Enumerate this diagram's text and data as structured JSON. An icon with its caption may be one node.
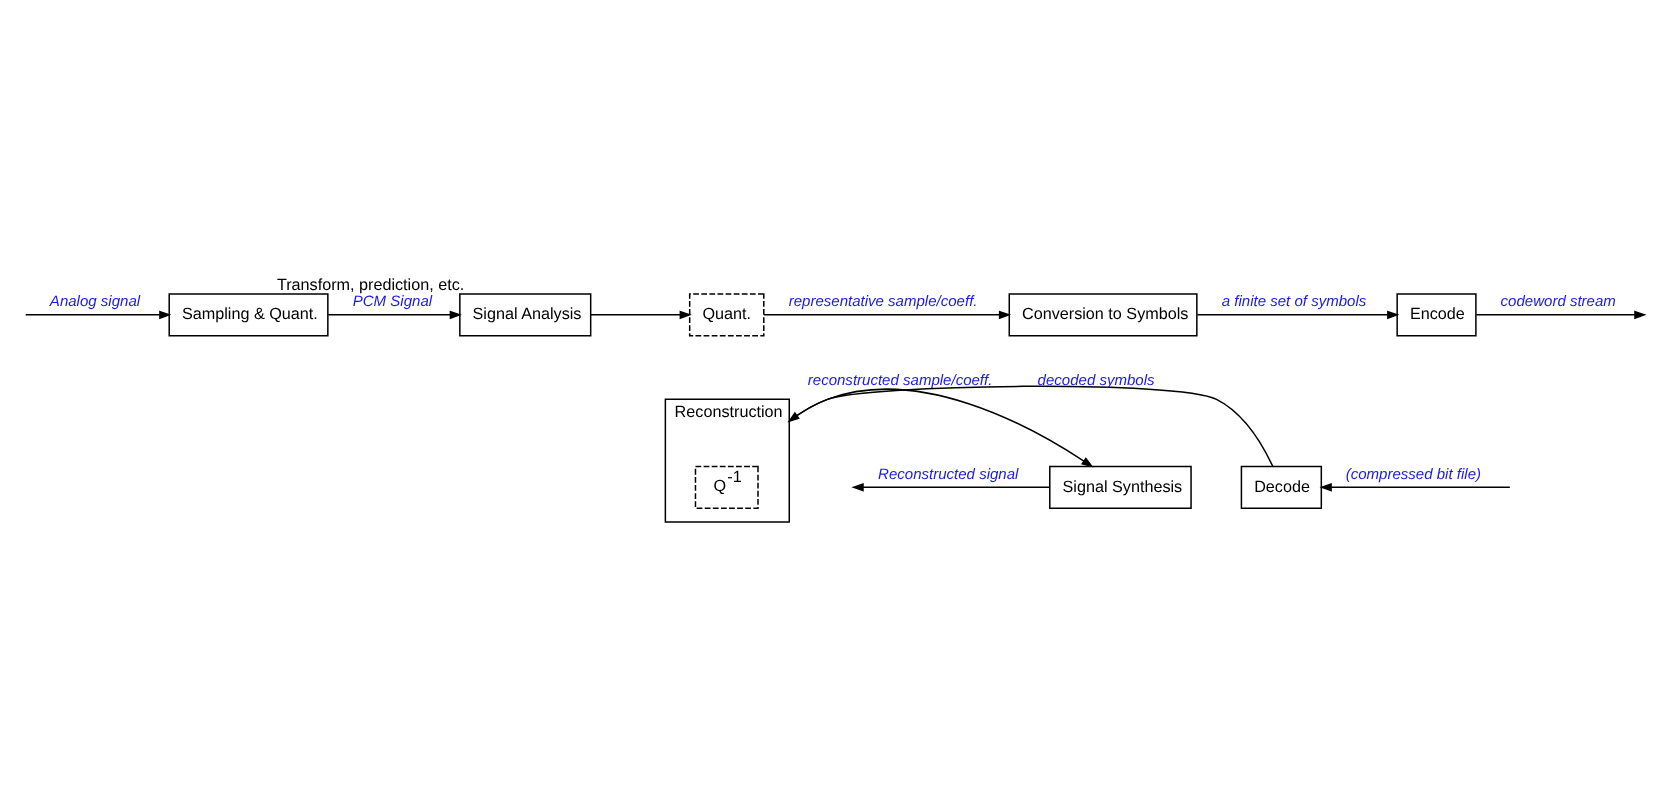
{
  "diagram": {
    "nodes": [
      {
        "text": [
          "Sampling & Quant."
        ]
      },
      {
        "text": [
          "Signal Analysis"
        ],
        "beside": [
          "Transform, prediction, etc."
        ]
      },
      {
        "text": [
          "Quant."
        ]
      },
      {
        "text": [
          "Conversion to Symbols"
        ]
      },
      {
        "text": [
          "Encode"
        ]
      },
      {
        "text": [
          "Reconstruction"
        ]
      },
      {
        "text": [
          "Q$^{-1}$"
        ],
        "in": 5
      },
      {
        "text": [
          "Signal Synthesis"
        ]
      },
      {
        "text": [
          "Decode"
        ]
      }
    ],
    "edges": [
      {
        "from": null,
        "to": 0,
        "arrow": "to",
        "label": "Analog signal"
      },
      {
        "from": 0,
        "to": 1,
        "arrow": "to",
        "label": "PCM Signal"
      },
      {
        "from": 1,
        "to": 2,
        "arrow": "to"
      },
      {
        "from": 2,
        "to": 3,
        "arrow": "to",
        "label": "representative sample/coeff."
      },
      {
        "from": 3,
        "to": 4,
        "arrow": "to",
        "label": "a finite set of symbols"
      },
      {
        "from": 4,
        "to": null,
        "arrow": "to",
        "label": "codeword stream"
      },
      {
        "from": null,
        "to": 8,
        "arrow": "to",
        "label": "(compressed bit file)"
      },
      {
        "from": 8,
        "to": 5,
        "arrow": "to",
        "label": "decoded symbols"
      },
      {
        "from": 5,
        "to": 7,
        "arrow": "to",
        "label": "reconstructed sample/coeff."
      },
      {
        "from": 7,
        "to": null,
        "arrow": "to",
        "label": "Reconstructed signal"
      }
    ]
  }
}
